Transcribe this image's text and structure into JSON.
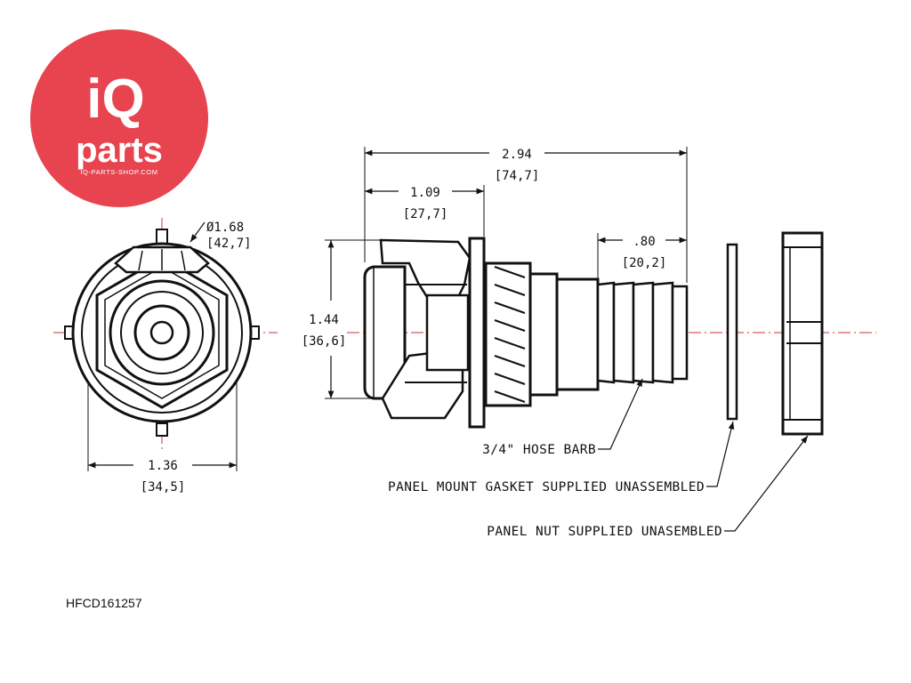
{
  "logo": {
    "brand_top": "iQ",
    "brand_bottom": "parts",
    "website": "IQ-PARTS-SHOP.COM",
    "color": "#e8444f"
  },
  "dimensions": {
    "overall_length": {
      "in": "2.94",
      "mm": "[74,7]"
    },
    "coupling_length": {
      "in": "1.09",
      "mm": "[27,7]"
    },
    "barb_length": {
      "in": ".80",
      "mm": "[20,2]"
    },
    "height": {
      "in": "1.44",
      "mm": "[36,6]"
    },
    "flange_diameter": {
      "in": "Ø1.68",
      "mm": "[42,7]"
    },
    "body_width": {
      "in": "1.36",
      "mm": "[34,5]"
    }
  },
  "callouts": {
    "hose_barb": "3/4\" HOSE BARB",
    "gasket": "PANEL MOUNT GASKET SUPPLIED UNASSEMBLED",
    "panel_nut": "PANEL NUT SUPPLIED UNASEMBLED"
  },
  "part_number": "HFCD161257",
  "colors": {
    "line": "#111111",
    "centerline": "#d03030"
  }
}
